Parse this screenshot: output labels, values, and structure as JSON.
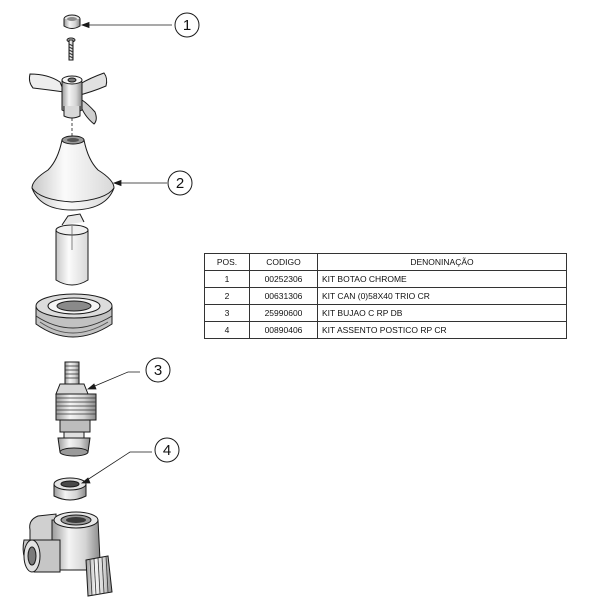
{
  "callouts": [
    "1",
    "2",
    "3",
    "4"
  ],
  "table": {
    "headers": [
      "POS.",
      "CODIGO",
      "DENONINAÇÃO"
    ],
    "rows": [
      {
        "pos": "1",
        "codigo": "00252306",
        "denominacao": "KIT BOTAO CHROME"
      },
      {
        "pos": "2",
        "codigo": "00631306",
        "denominacao": "KIT CAN (0)58X40 TRIO CR"
      },
      {
        "pos": "3",
        "codigo": "25990600",
        "denominacao": "KIT BUJAO C RP DB"
      },
      {
        "pos": "4",
        "codigo": "00890406",
        "denominacao": "KIT ASSENTO POSTICO RP CR"
      }
    ]
  },
  "colors": {
    "line": "#1a1a1a",
    "fill": "#f2f2f2",
    "shade": "#b8b8b8",
    "dark": "#555555"
  }
}
